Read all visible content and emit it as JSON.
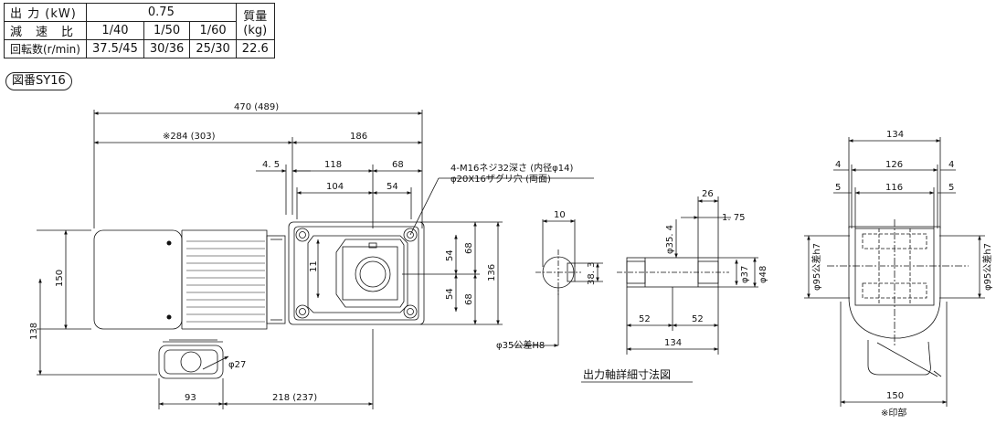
{
  "spec_table": {
    "output_label": "出 力 (kW)",
    "output_value": "0.75",
    "mass_label_line1": "質量",
    "mass_label_line2": "(kg)",
    "ratio_label": "減　速　比",
    "ratios": [
      "1/40",
      "1/50",
      "1/60"
    ],
    "speed_label": "回転数(r/min)",
    "speeds": [
      "37.5/45",
      "30/36",
      "25/30"
    ],
    "mass_value": "22.6"
  },
  "figure_tag": "図番SY16",
  "dimensions": {
    "overall_length": "470 (489)",
    "motor_length": "※284 (303)",
    "gear_length": "186",
    "d_4_5": "4. 5",
    "d_118": "118",
    "d_68_top": "68",
    "d_104": "104",
    "d_54_top": "54",
    "d_150": "150",
    "d_11": "11",
    "d_54_right_top": "54",
    "d_54_right_bottom": "54",
    "d_68_right_top": "68",
    "d_68_right_bottom": "68",
    "d_136": "136",
    "d_138": "138",
    "d_phi27": "φ27",
    "d_93": "93",
    "d_218": "218 (237)"
  },
  "notes": {
    "tap_note_line1": "4-M16ネジ32深さ (内径φ14)",
    "tap_note_line2": "φ20X16ザグリ穴 (両面)"
  },
  "shaft_detail": {
    "d_10": "10",
    "d_38_3": "38. 3",
    "d_phi35_h8": "φ35公差H8",
    "d_26": "26",
    "d_1_75": "1. 75",
    "d_phi35_4": "φ35. 4",
    "d_phi37": "φ37",
    "d_phi48": "φ48",
    "d_52_left": "52",
    "d_52_right": "52",
    "d_134": "134",
    "caption": "出力軸詳細寸法図"
  },
  "side_view": {
    "d_134": "134",
    "d_4_left": "4",
    "d_126": "126",
    "d_4_right": "4",
    "d_5_left": "5",
    "d_116": "116",
    "d_5_right": "5",
    "d_phi95_left": "φ95公差h7",
    "d_phi95_right": "φ95公差h7",
    "d_150": "150",
    "footnote": "※印部"
  }
}
